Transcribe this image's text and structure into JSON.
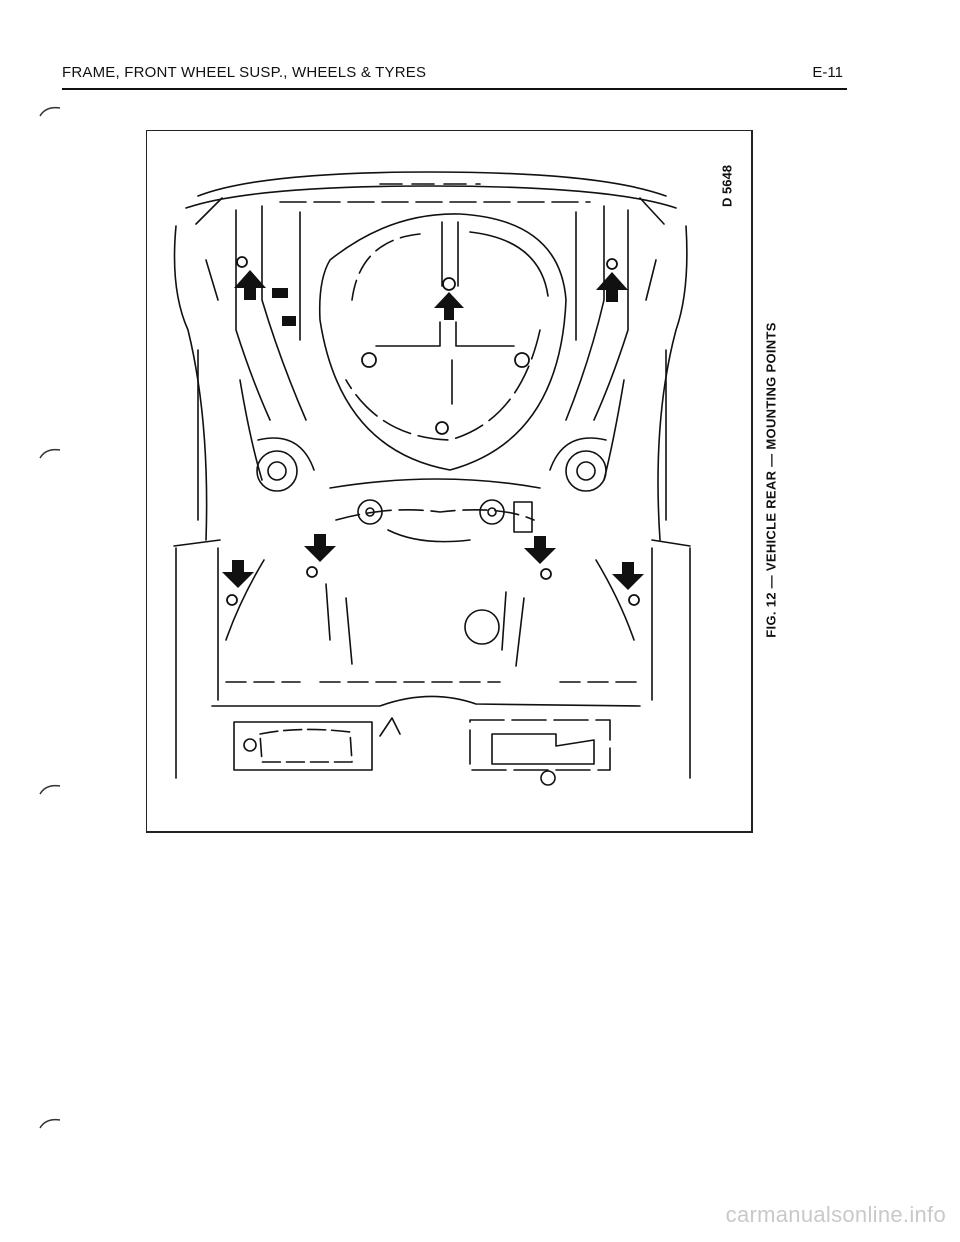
{
  "header": {
    "title": "FRAME, FRONT WHEEL SUSP., WHEELS & TYRES",
    "page": "E-11"
  },
  "figure": {
    "reference_code": "D 5648",
    "caption": "FIG. 12 — VEHICLE REAR — MOUNTING POINTS"
  },
  "watermark": "carmanualsonline.info",
  "colors": {
    "ink": "#111111",
    "paper": "#ffffff",
    "watermark": "#c9c9c9"
  }
}
